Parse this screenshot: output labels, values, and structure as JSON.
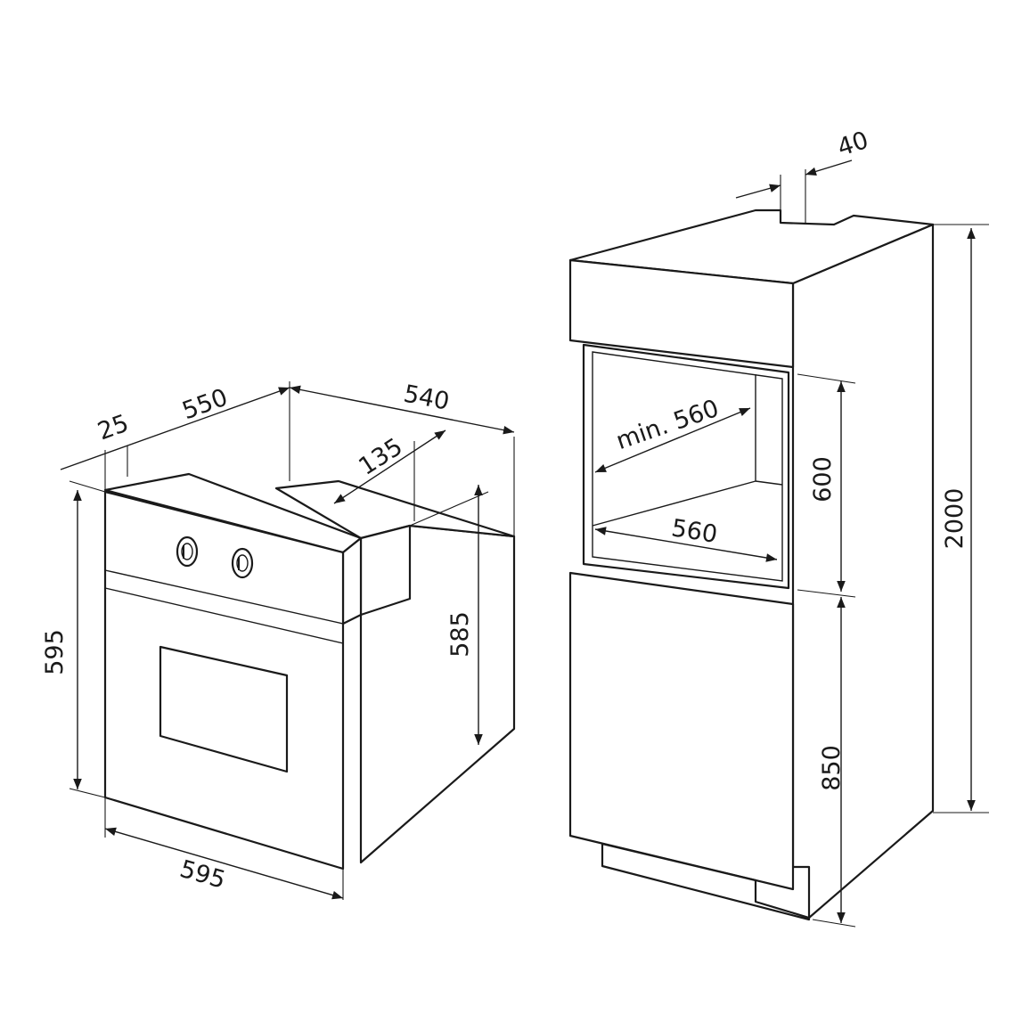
{
  "colors": {
    "line": "#1a1a1a",
    "background": "#ffffff"
  },
  "oven": {
    "dimensions": {
      "front_width": "595",
      "front_height": "595",
      "depth_total": "550",
      "panel_thickness": "25",
      "body_width": "540",
      "rear_offset": "135",
      "body_height": "585"
    }
  },
  "cabinet": {
    "dimensions": {
      "top_gap": "40",
      "total_height": "2000",
      "niche_height": "600",
      "base_height": "850",
      "niche_width": "560",
      "niche_depth": "min. 560"
    }
  }
}
